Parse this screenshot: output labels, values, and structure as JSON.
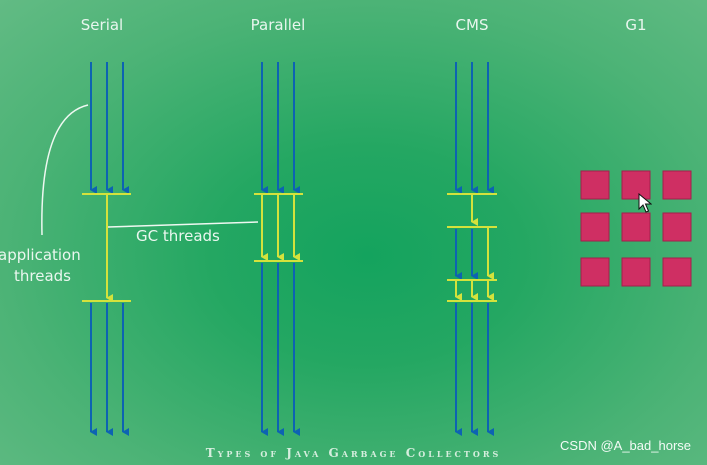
{
  "columns": [
    {
      "id": "serial",
      "title": "Serial"
    },
    {
      "id": "parallel",
      "title": "Parallel"
    },
    {
      "id": "cms",
      "title": "CMS"
    },
    {
      "id": "g1",
      "title": "G1"
    }
  ],
  "labels": {
    "application_threads_line1": "application",
    "application_threads_line2": "threads",
    "gc_threads": "GC threads"
  },
  "caption": "Types of Java Garbage Collectors",
  "watermark": "CSDN @A_bad_horse",
  "colors": {
    "app_thread": "#0d63b2",
    "gc_thread": "#d4e23c",
    "region": "#cf2f63",
    "annotation": "#eef8f1"
  },
  "icons": {
    "cursor": "mouse-pointer-icon"
  }
}
